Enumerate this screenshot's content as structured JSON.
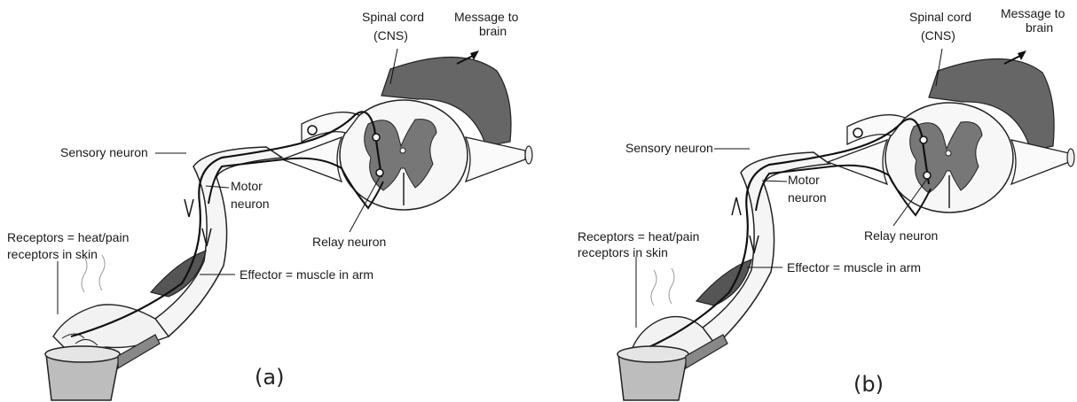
{
  "panels": [
    {
      "id": "a",
      "caption": "(a)",
      "labels": {
        "spinal_cord_1": "Spinal cord",
        "spinal_cord_2": "(CNS)",
        "message_1": "Message to",
        "message_2": "brain",
        "sensory_neuron": "Sensory neuron",
        "motor_neuron_1": "Motor",
        "motor_neuron_2": "neuron",
        "relay_neuron": "Relay neuron",
        "receptors_1": "Receptors = heat/pain",
        "receptors_2": "receptors in skin",
        "effector": "Effector = muscle in arm"
      }
    },
    {
      "id": "b",
      "caption": "(b)",
      "labels": {
        "spinal_cord_1": "Spinal cord",
        "spinal_cord_2": "(CNS)",
        "message_1": "Message to",
        "message_2": "brain",
        "sensory_neuron": "Sensory neuron",
        "motor_neuron_1": "Motor",
        "motor_neuron_2": "neuron",
        "relay_neuron": "Relay neuron",
        "receptors_1": "Receptors = heat/pain",
        "receptors_2": "receptors in skin",
        "effector": "Effector = muscle in arm"
      }
    }
  ],
  "colors": {
    "grey_matter": "#777777",
    "cord_back": "#666666",
    "outline": "#222222",
    "skin": "#f2f2f2",
    "muscle": "#555555",
    "cup": "#bdbdbd"
  }
}
